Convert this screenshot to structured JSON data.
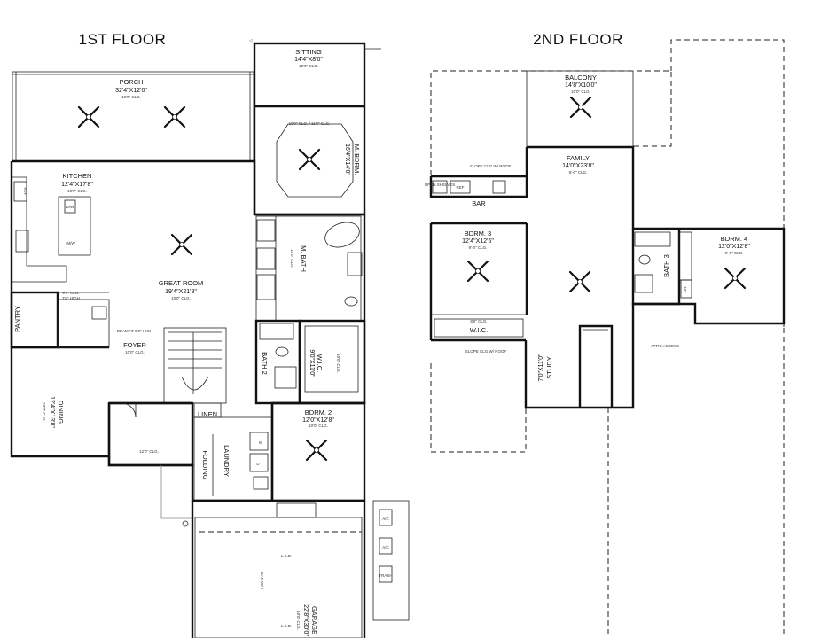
{
  "floors": [
    {
      "title": "1ST FLOOR",
      "rooms": [
        {
          "name": "PORCH",
          "dims": "32'4\"X12'0\"",
          "ceiling": "10'0\" CLG."
        },
        {
          "name": "SITTING",
          "dims": "14'4\"X8'0\"",
          "ceiling": "10'0\" CLG."
        },
        {
          "name": "M. BDRM.",
          "dims": "16'4\"X14'0\"",
          "ceiling": "10'0\" CLG. / 11'0\" CLG."
        },
        {
          "name": "KITCHEN",
          "dims": "12'4\"X17'8\"",
          "ceiling": "10'0\" CLG."
        },
        {
          "name": "GREAT ROOM",
          "dims": "19'4\"X21'8\"",
          "ceiling": "10'0\" CLG."
        },
        {
          "name": "M. BATH",
          "dims": "",
          "ceiling": "10'0\" CLG."
        },
        {
          "name": "PANTRY",
          "dims": "",
          "ceiling": ""
        },
        {
          "name": "FOYER",
          "dims": "",
          "ceiling": "10'0\" CLG."
        },
        {
          "name": "BATH 2",
          "dims": "",
          "ceiling": ""
        },
        {
          "name": "W.I.C.",
          "dims": "9'0\"X11'0\"",
          "ceiling": "10'0\" CLG."
        },
        {
          "name": "DINING",
          "dims": "12'4\"X13'8\"",
          "ceiling": "10'0\" CLG."
        },
        {
          "name": "LINEN",
          "dims": "",
          "ceiling": ""
        },
        {
          "name": "BDRM. 2",
          "dims": "12'0\"X12'8\"",
          "ceiling": "10'0\" CLG."
        },
        {
          "name": "LAUNDRY",
          "dims": "",
          "ceiling": ""
        },
        {
          "name": "FOLDING",
          "dims": "",
          "ceiling": ""
        },
        {
          "name": "GARAGE",
          "dims": "22'8\"X30'0\"",
          "ceiling": "10'0\" CLG."
        }
      ]
    },
    {
      "title": "2ND FLOOR",
      "rooms": [
        {
          "name": "BALCONY",
          "dims": "14'8\"X10'0\"",
          "ceiling": "10'0\" CLG."
        },
        {
          "name": "FAMILY",
          "dims": "14'0\"X23'8\"",
          "ceiling": "9'-0\" CLG."
        },
        {
          "name": "BAR",
          "dims": "",
          "ceiling": ""
        },
        {
          "name": "BDRM. 3",
          "dims": "12'4\"X12'6\"",
          "ceiling": "9'-0\" CLG."
        },
        {
          "name": "BDRM. 4",
          "dims": "12'0\"X12'8\"",
          "ceiling": "9'-0\" CLG."
        },
        {
          "name": "BATH 3",
          "dims": "",
          "ceiling": ""
        },
        {
          "name": "W.I.C.",
          "dims": "",
          "ceiling": "8'0\" CLG."
        },
        {
          "name": "STUDY",
          "dims": "7'0\"X11'0\"",
          "ceiling": ""
        },
        {
          "name": "ATTIC ACCESS",
          "dims": "",
          "ceiling": ""
        }
      ]
    }
  ],
  "labels": {
    "ref": "REF",
    "lin": "LIN",
    "led": "L.E.D.",
    "open_shelves": "OPEN SHELVES",
    "slope_clg": "SLOPE CLG W/ ROOF",
    "sitting_clg": "10'0\" CLG.",
    "clg_12": "12'0\" CLG.",
    "beam": "BEAM AT 9'0\" HIGH",
    "ac": "A/C",
    "trash": "TRASH",
    "dw": "D/W",
    "mw": "M/W",
    "w": "W",
    "d": "D",
    "pantry_clg_a": "9'0\" CLG.",
    "pantry_clg_b": "7'6\" HIGH",
    "garage_clg": "10'0\" CLG.",
    "mech": "GAS W/H"
  }
}
